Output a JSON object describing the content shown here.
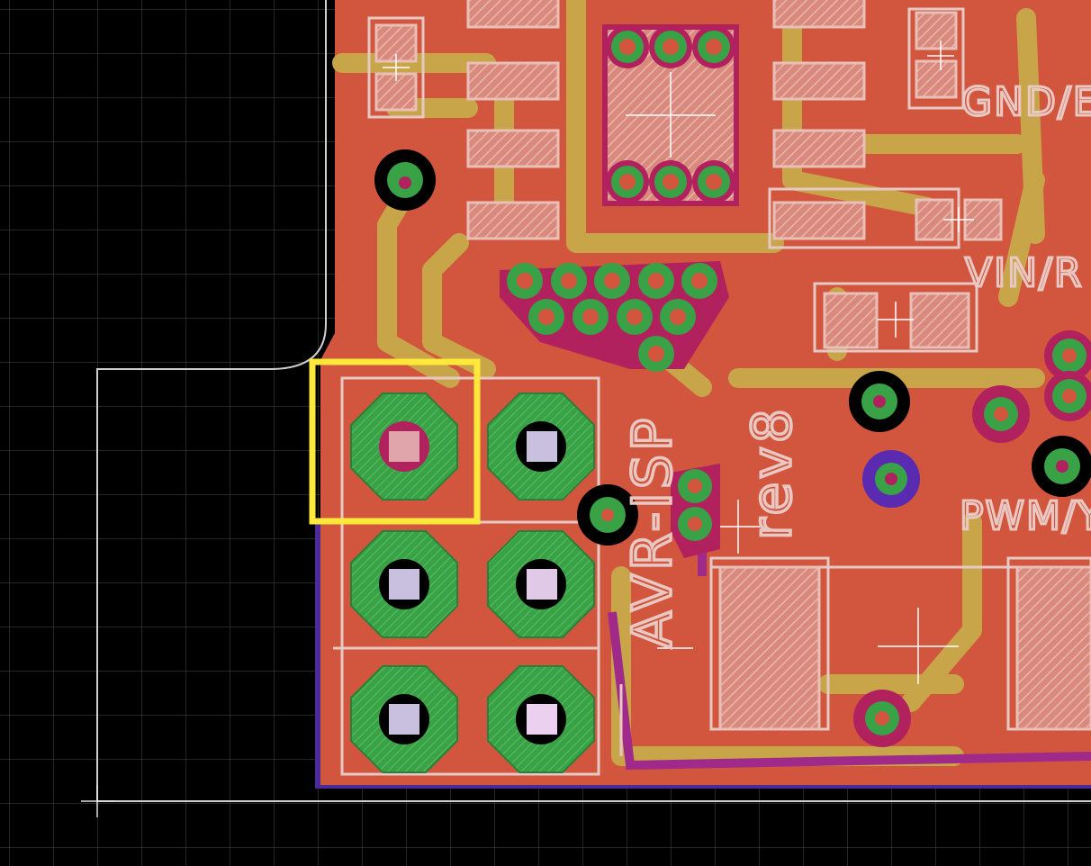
{
  "app": {
    "view": "PCB board editor"
  },
  "board": {
    "revision_label": "rev8",
    "header_label": "AVR-ISP",
    "net_labels": [
      "GND/E",
      "VIN/R",
      "PWM/Y"
    ]
  },
  "selection": {
    "highlight_color": "#ffe83a",
    "selected_element": "pad-1"
  },
  "colors": {
    "background": "#000000",
    "grid": "#4a4a4a",
    "copper_top": "#d2553e",
    "copper_trace": "#c9a54a",
    "pad_green": "#3aa246",
    "via_magenta": "#b0215e",
    "bottom_layer": "#5a2ab0",
    "silkscreen": "#e6c9c4"
  },
  "icons": [
    "origin-crosshair-icon",
    "component-center-icon"
  ]
}
